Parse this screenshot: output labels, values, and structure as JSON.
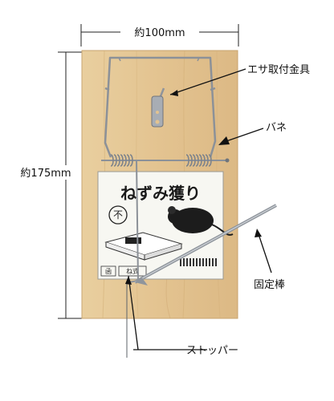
{
  "dimensions": {
    "width": "約100mm",
    "height": "約175mm"
  },
  "callouts": {
    "bait_hook": "エサ取付金具",
    "spring": "バネ",
    "fixing_rod": "固定棒",
    "stopper": "ストッパー"
  },
  "package": {
    "title": "ねずみ獲り",
    "brand_mark": "不",
    "maker_left": "函",
    "maker_right": "ね式"
  },
  "colors": {
    "wood": "#e6c898",
    "wood_grain": "#c9a46e",
    "wire": "#8a8f96",
    "label_bg": "#f7f7f2"
  }
}
